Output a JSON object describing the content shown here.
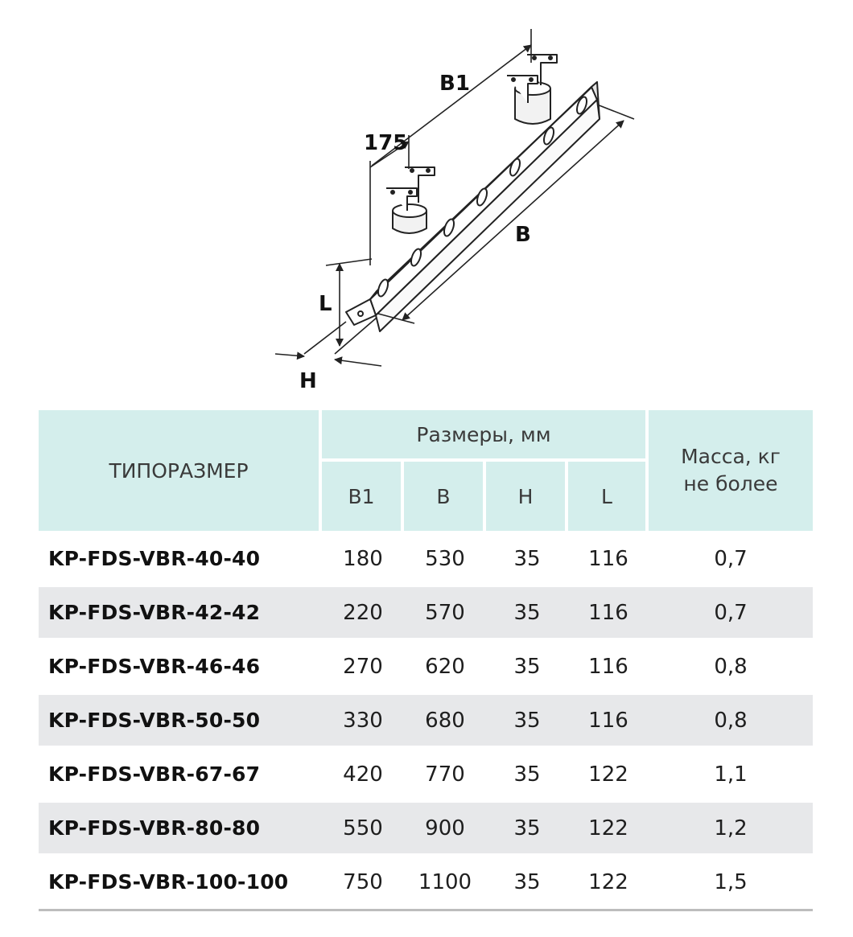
{
  "drawing": {
    "labels": {
      "b1": "B1",
      "d175": "175",
      "b": "B",
      "l": "L",
      "h": "H"
    }
  },
  "table": {
    "header": {
      "type_label": "ТИПОРАЗМЕР",
      "dims_label": "Размеры, мм",
      "mass_label_line1": "Масса, кг",
      "mass_label_line2": "не более",
      "columns": [
        "B1",
        "B",
        "H",
        "L"
      ]
    },
    "rows": [
      {
        "name": "KP-FDS-VBR-40-40",
        "b1": "180",
        "b": "530",
        "h": "35",
        "l": "116",
        "mass": "0,7"
      },
      {
        "name": "KP-FDS-VBR-42-42",
        "b1": "220",
        "b": "570",
        "h": "35",
        "l": "116",
        "mass": "0,7"
      },
      {
        "name": "KP-FDS-VBR-46-46",
        "b1": "270",
        "b": "620",
        "h": "35",
        "l": "116",
        "mass": "0,8"
      },
      {
        "name": "KP-FDS-VBR-50-50",
        "b1": "330",
        "b": "680",
        "h": "35",
        "l": "116",
        "mass": "0,8"
      },
      {
        "name": "KP-FDS-VBR-67-67",
        "b1": "420",
        "b": "770",
        "h": "35",
        "l": "122",
        "mass": "1,1"
      },
      {
        "name": "KP-FDS-VBR-80-80",
        "b1": "550",
        "b": "900",
        "h": "35",
        "l": "122",
        "mass": "1,2"
      },
      {
        "name": "KP-FDS-VBR-100-100",
        "b1": "750",
        "b": "1100",
        "h": "35",
        "l": "122",
        "mass": "1,5"
      }
    ]
  }
}
